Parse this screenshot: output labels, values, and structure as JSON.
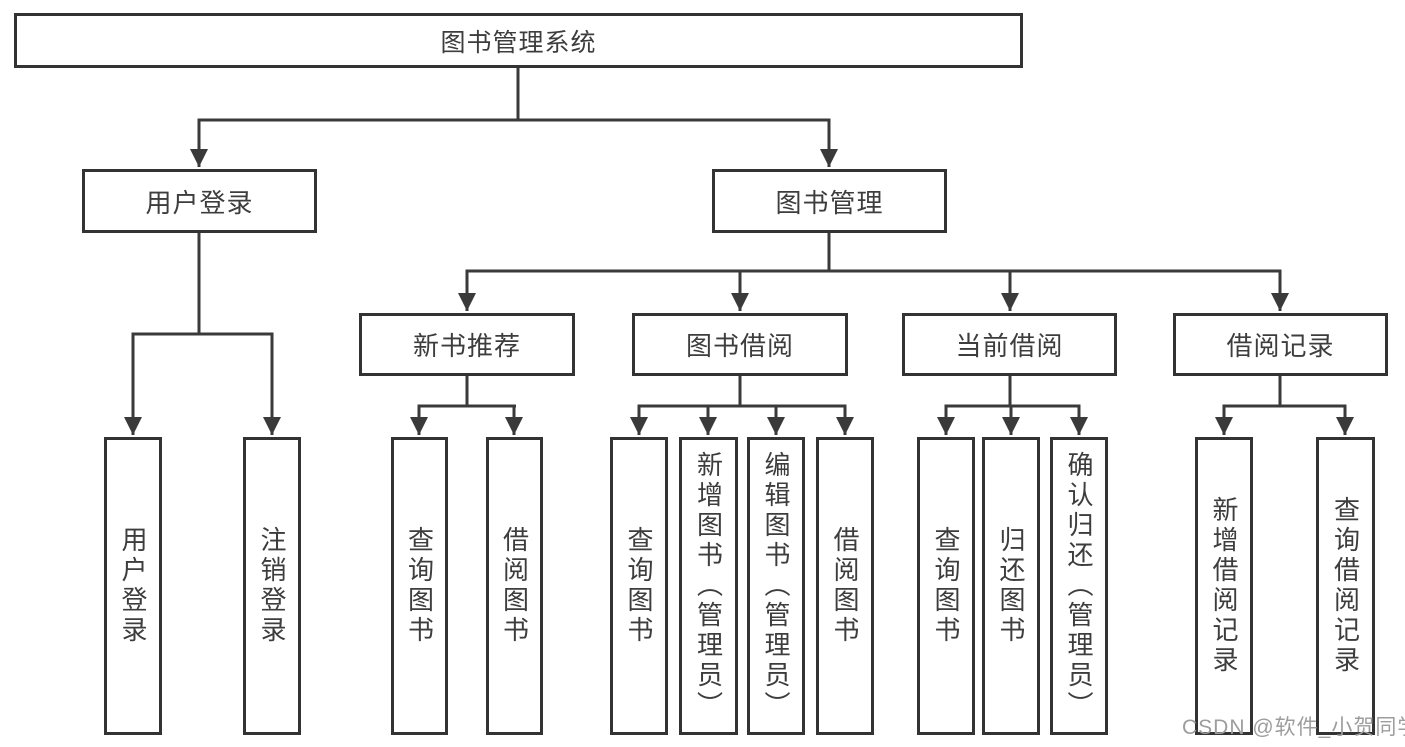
{
  "diagram": {
    "type": "function-structure-tree",
    "title": "图书管理系统"
  },
  "tree": {
    "root": {
      "label": "图书管理系统",
      "children": [
        {
          "label": "用户登录",
          "children": [
            {
              "label": "用户登录"
            },
            {
              "label": "注销登录"
            }
          ]
        },
        {
          "label": "图书管理",
          "children": [
            {
              "label": "新书推荐",
              "children": [
                {
                  "label": "查询图书"
                },
                {
                  "label": "借阅图书"
                }
              ]
            },
            {
              "label": "图书借阅",
              "children": [
                {
                  "label": "查询图书"
                },
                {
                  "label": "新增图书（管理员）"
                },
                {
                  "label": "编辑图书（管理员）"
                },
                {
                  "label": "借阅图书"
                }
              ]
            },
            {
              "label": "当前借阅",
              "children": [
                {
                  "label": "查询图书"
                },
                {
                  "label": "归还图书"
                },
                {
                  "label": "确认归还（管理员）"
                }
              ]
            },
            {
              "label": "借阅记录",
              "children": [
                {
                  "label": "新增借阅记录"
                },
                {
                  "label": "查询借阅记录"
                }
              ]
            }
          ]
        }
      ]
    }
  },
  "watermark": {
    "text": "CSDN @软件_小贺同学"
  },
  "colors": {
    "line": "#3a3a3a",
    "box_border": "#333333",
    "text": "#3d3d3d",
    "watermark": "#9d9d9d",
    "background": "#ffffff"
  }
}
